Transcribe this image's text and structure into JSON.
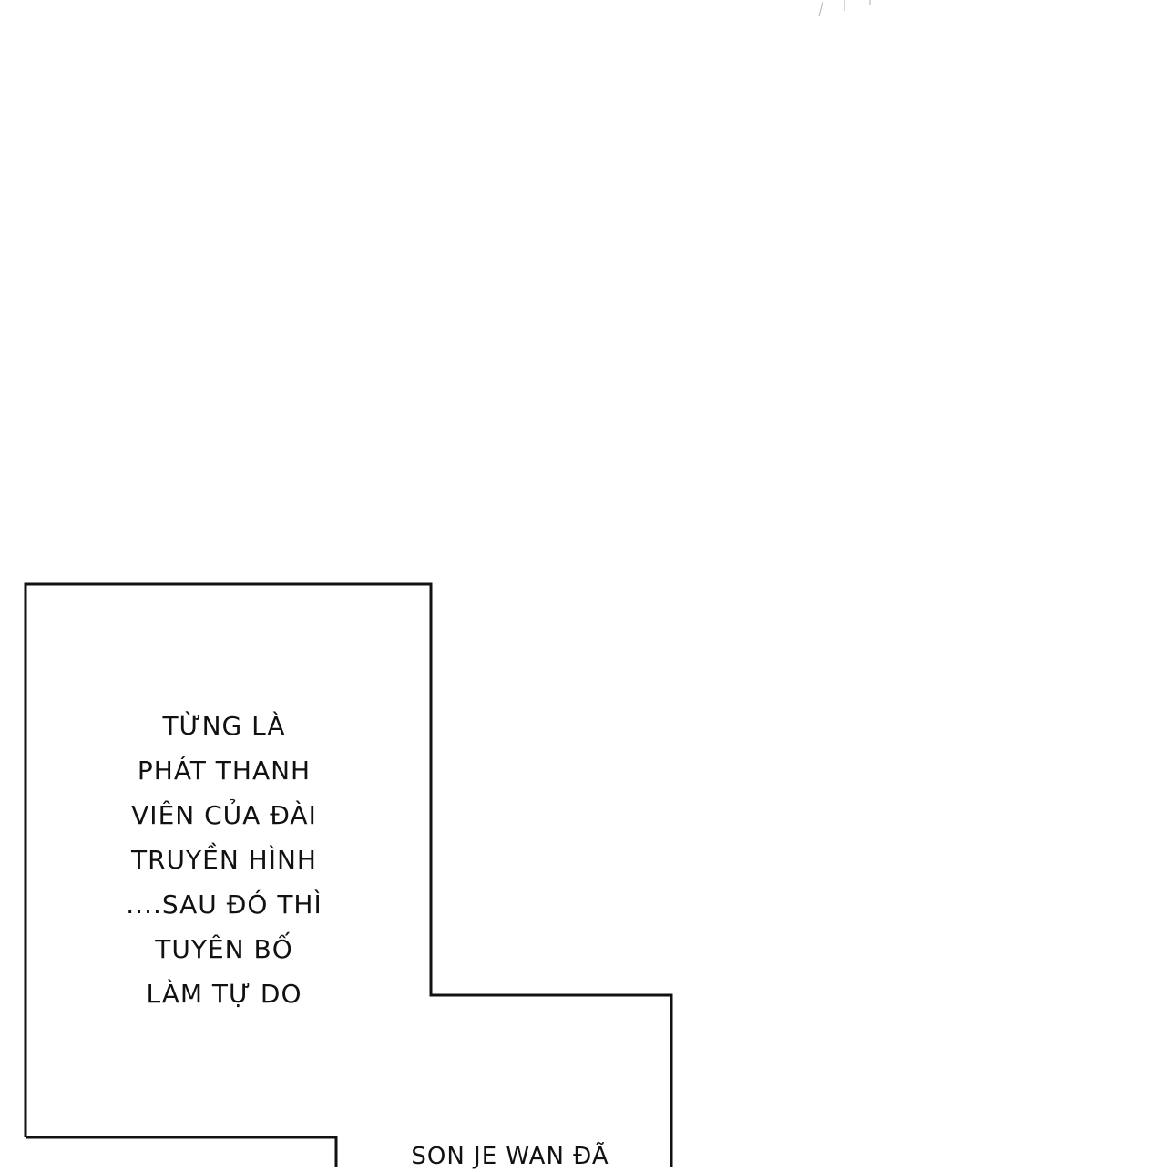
{
  "panel": {
    "caption_1_lines": [
      "TỪNG LÀ",
      "PHÁT THANH",
      "VIÊN CỦA ĐÀI",
      "TRUYỀN HÌNH",
      "....SAU ĐÓ THÌ",
      "TUYÊN BỐ",
      "LÀM TỰ DO"
    ],
    "caption_2": "SON JE WAN ĐÃ"
  },
  "colors": {
    "background": "#ffffff",
    "ink": "#111111"
  }
}
